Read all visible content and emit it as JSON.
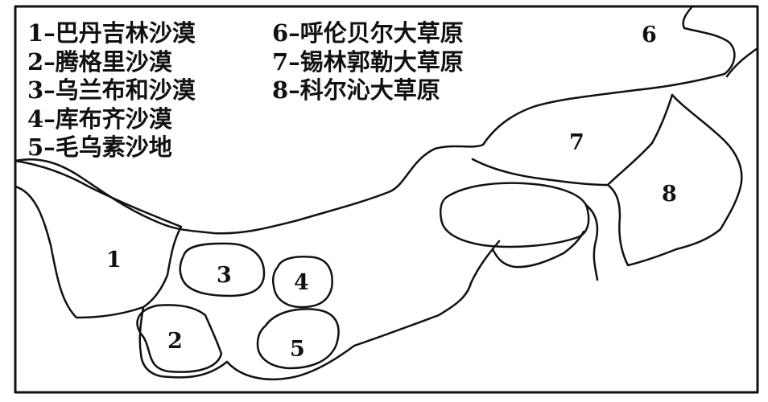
{
  "legend": {
    "items": [
      {
        "num": "1",
        "dash": "–",
        "name": "巴丹吉林沙漠"
      },
      {
        "num": "2",
        "dash": "–",
        "name": "腾格里沙漠"
      },
      {
        "num": "3",
        "dash": "–",
        "name": "乌兰布和沙漠"
      },
      {
        "num": "4",
        "dash": "–",
        "name": "库布齐沙漠"
      },
      {
        "num": "5",
        "dash": "–",
        "name": "毛乌素沙地"
      },
      {
        "num": "6",
        "dash": "–",
        "name": "呼伦贝尔大草原"
      },
      {
        "num": "7",
        "dash": "–",
        "name": "锡林郭勒大草原"
      },
      {
        "num": "8",
        "dash": "–",
        "name": "科尔沁大草原"
      }
    ]
  },
  "regions": {
    "r1": {
      "label": "1"
    },
    "r2": {
      "label": "2"
    },
    "r3": {
      "label": "3"
    },
    "r4": {
      "label": "4"
    },
    "r5": {
      "label": "5"
    },
    "r6": {
      "label": "6"
    },
    "r7": {
      "label": "7"
    },
    "r8": {
      "label": "8"
    }
  },
  "colors": {
    "line": "#111111",
    "background": "#ffffff"
  }
}
